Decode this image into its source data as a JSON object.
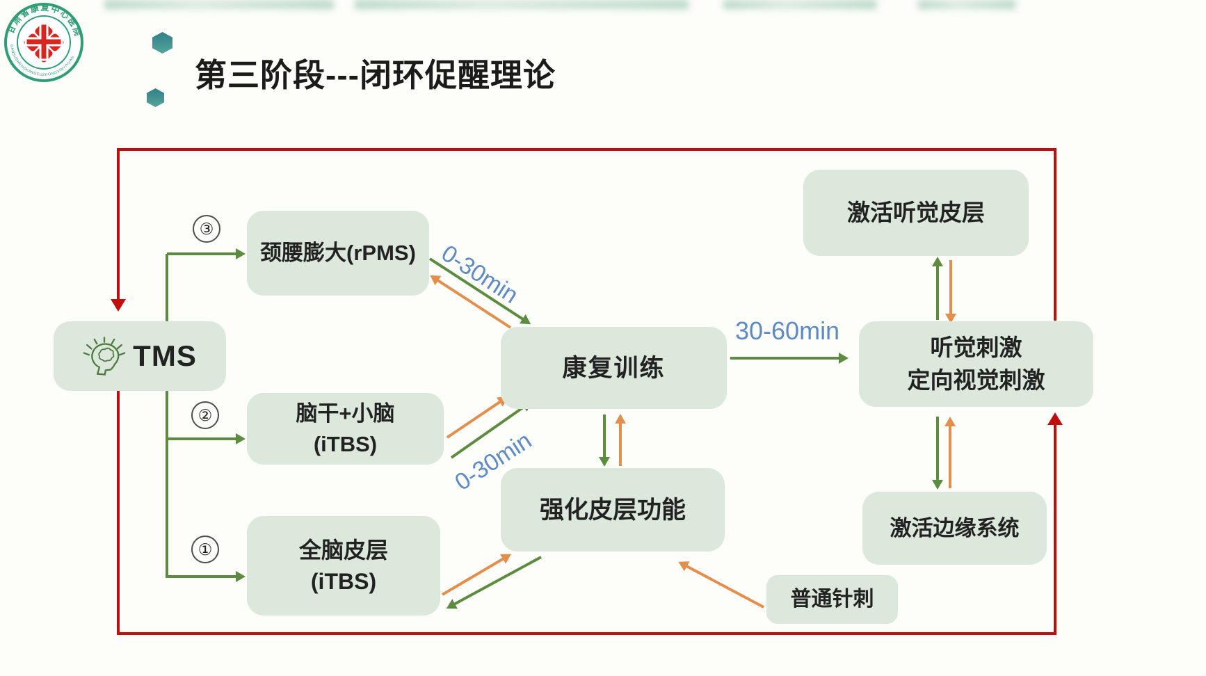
{
  "slide": {
    "title": "第三阶段---闭环促醒理论"
  },
  "logo": {
    "ring_text": "甘肃省康复中心医院",
    "arc_text": "GANSUSHENGKANGFUZHONGXINYIYUAN"
  },
  "steps": [
    {
      "label": "①"
    },
    {
      "label": "②"
    },
    {
      "label": "③"
    }
  ],
  "boxes": {
    "tms": {
      "label": "TMS"
    },
    "cervical": {
      "label": "颈腰膨大(rPMS)"
    },
    "brainstem": {
      "line1": "脑干+小脑",
      "line2": "(iTBS)"
    },
    "wholebrain": {
      "line1": "全脑皮层",
      "line2": "(iTBS)"
    },
    "rehab": {
      "label": "康复训练"
    },
    "cortex": {
      "label": "强化皮层功能"
    },
    "acupuncture": {
      "label": "普通针刺"
    },
    "auditory_cortex": {
      "label": "激活听觉皮层"
    },
    "auditory_stim": {
      "line1": "听觉刺激",
      "line2": "定向视觉刺激"
    },
    "limbic": {
      "label": "激活边缘系统"
    }
  },
  "time_labels": {
    "upper": "0-30min",
    "lower": "0-30min",
    "right": "30-60min"
  },
  "colors": {
    "box_fill": "#dce8db",
    "green_arrow": "#5d8b40",
    "orange_arrow": "#e28f4d",
    "red_loop": "#c00d0d",
    "blue_label": "#5d8ac5",
    "teal_hexagon": "#3f8f92",
    "logo_green": "#2f9d75",
    "logo_red": "#d8251f"
  }
}
